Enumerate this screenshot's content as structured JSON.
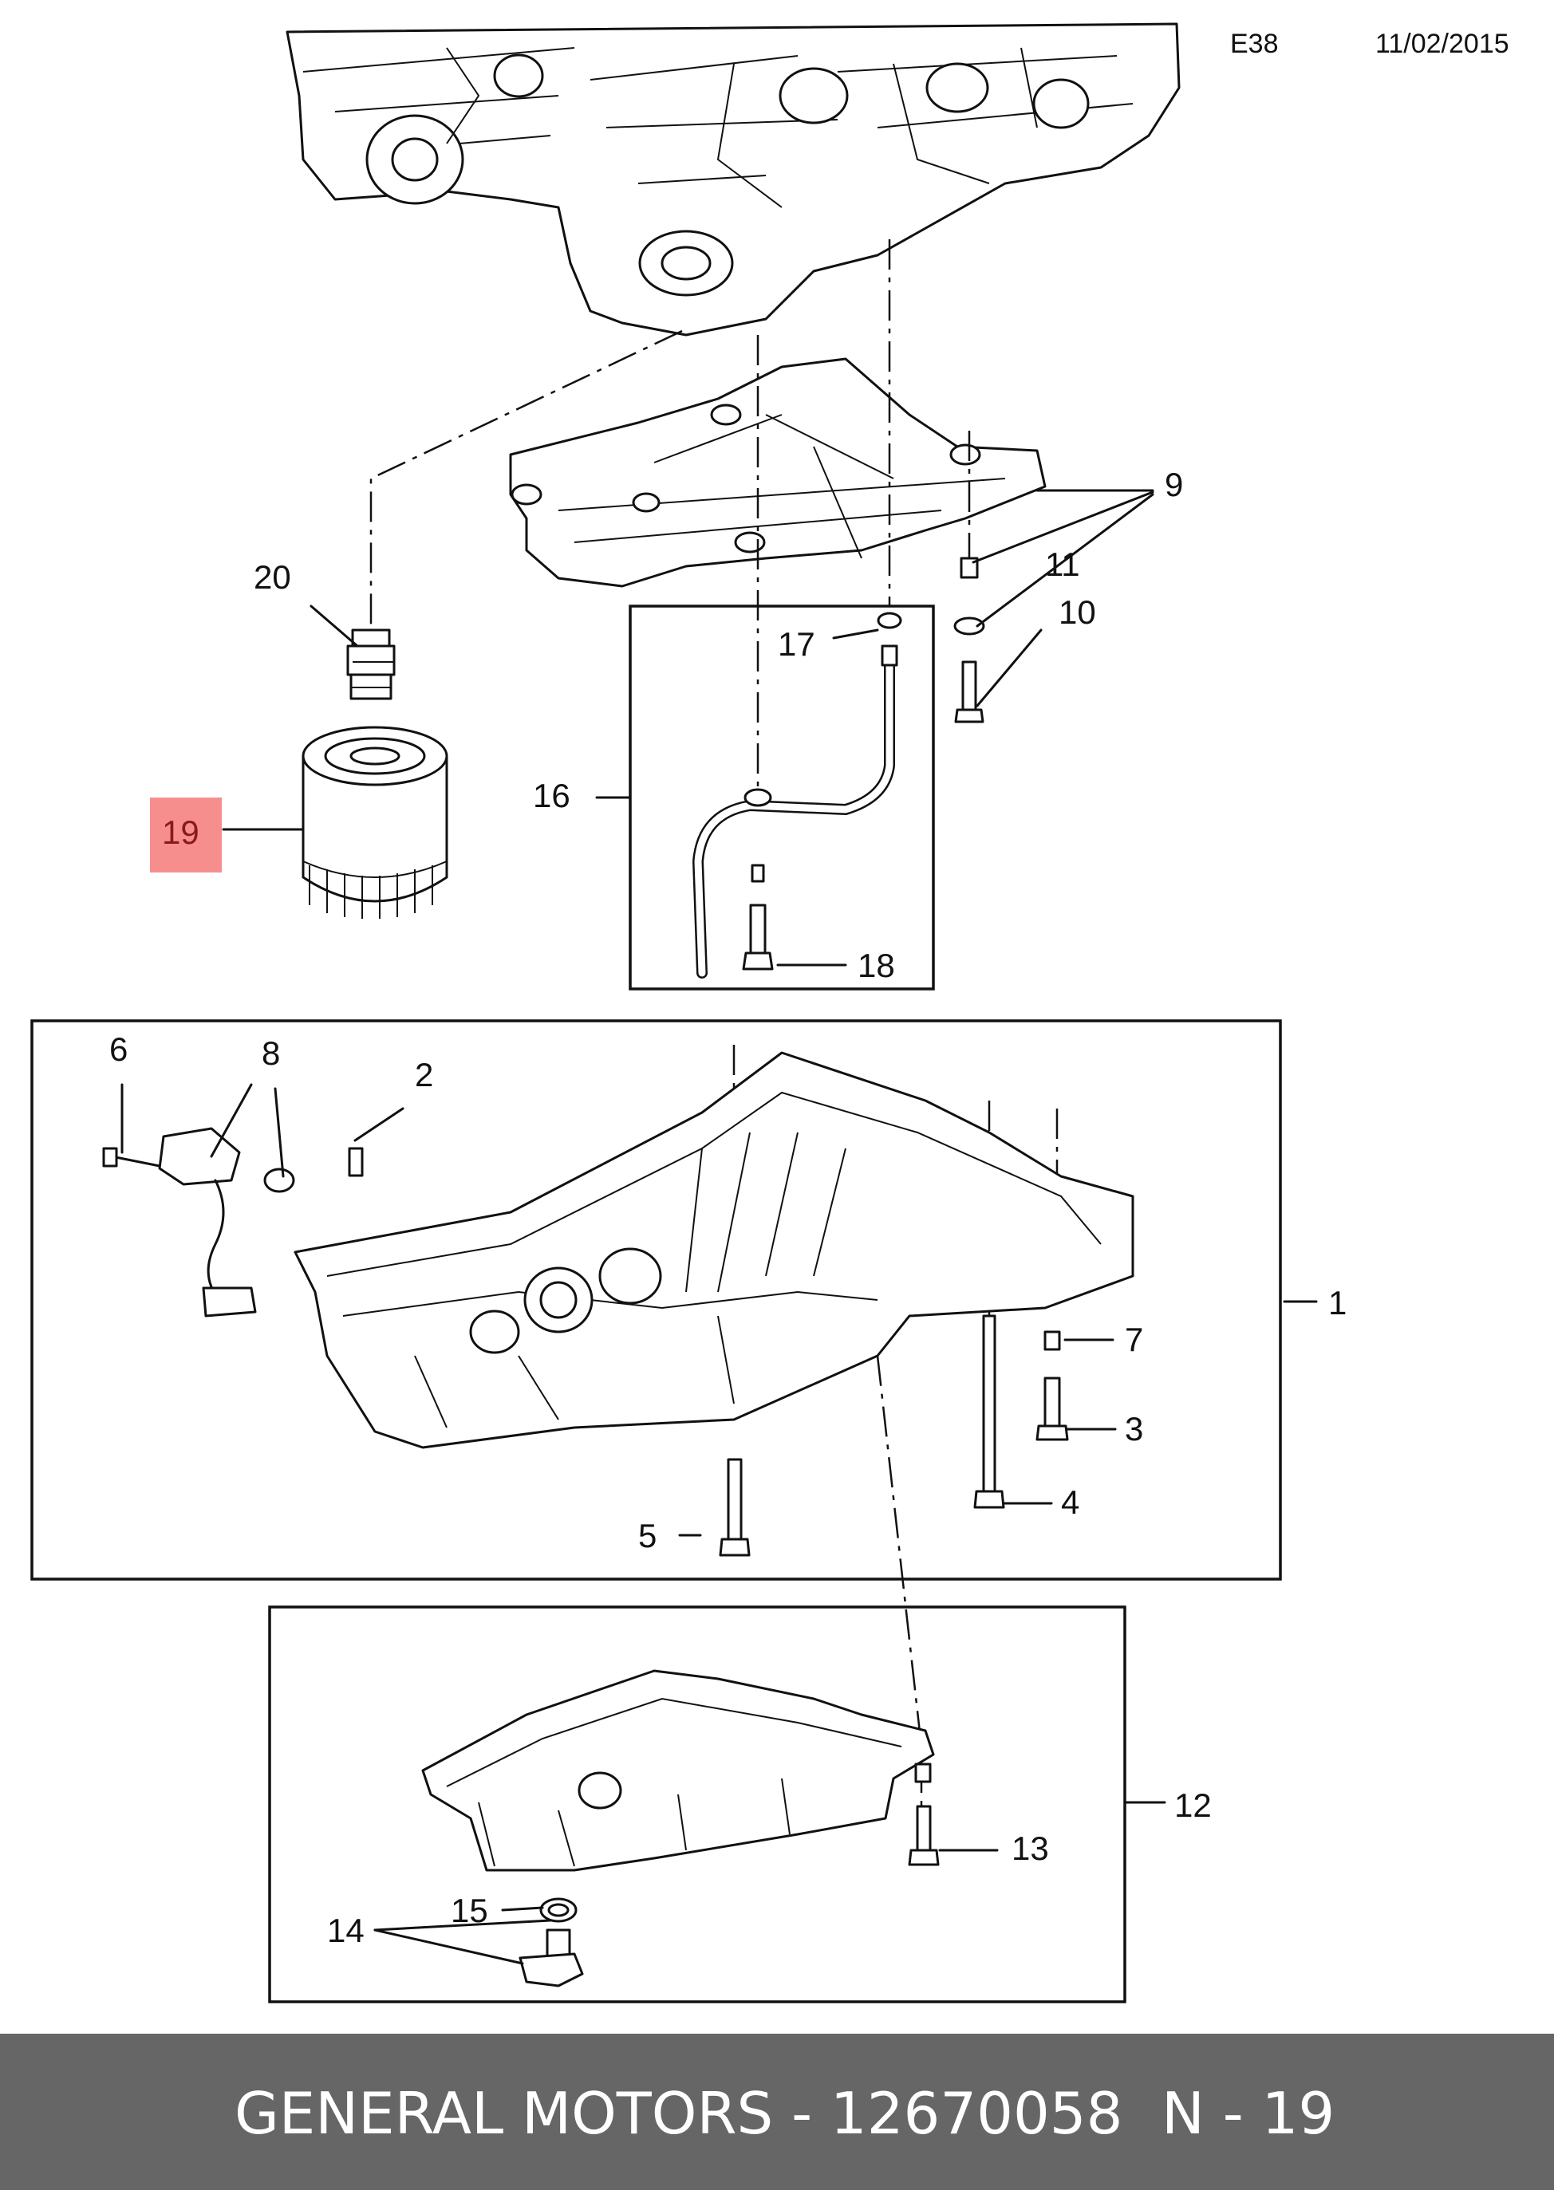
{
  "header": {
    "code": "E38",
    "date": "11/02/2015"
  },
  "callouts": {
    "c1": "1",
    "c2": "2",
    "c3": "3",
    "c4": "4",
    "c5": "5",
    "c6": "6",
    "c7": "7",
    "c8": "8",
    "c9": "9",
    "c10": "10",
    "c11": "11",
    "c12": "12",
    "c13": "13",
    "c14": "14",
    "c15": "15",
    "c16": "16",
    "c17": "17",
    "c18": "18",
    "c19": "19",
    "c20": "20"
  },
  "highlight": {
    "callout": "19",
    "color": "#f68e8e"
  },
  "footer": {
    "brand_part": "GENERAL MOTORS - 12670058",
    "ref": "N - 19",
    "background": "#666666"
  }
}
